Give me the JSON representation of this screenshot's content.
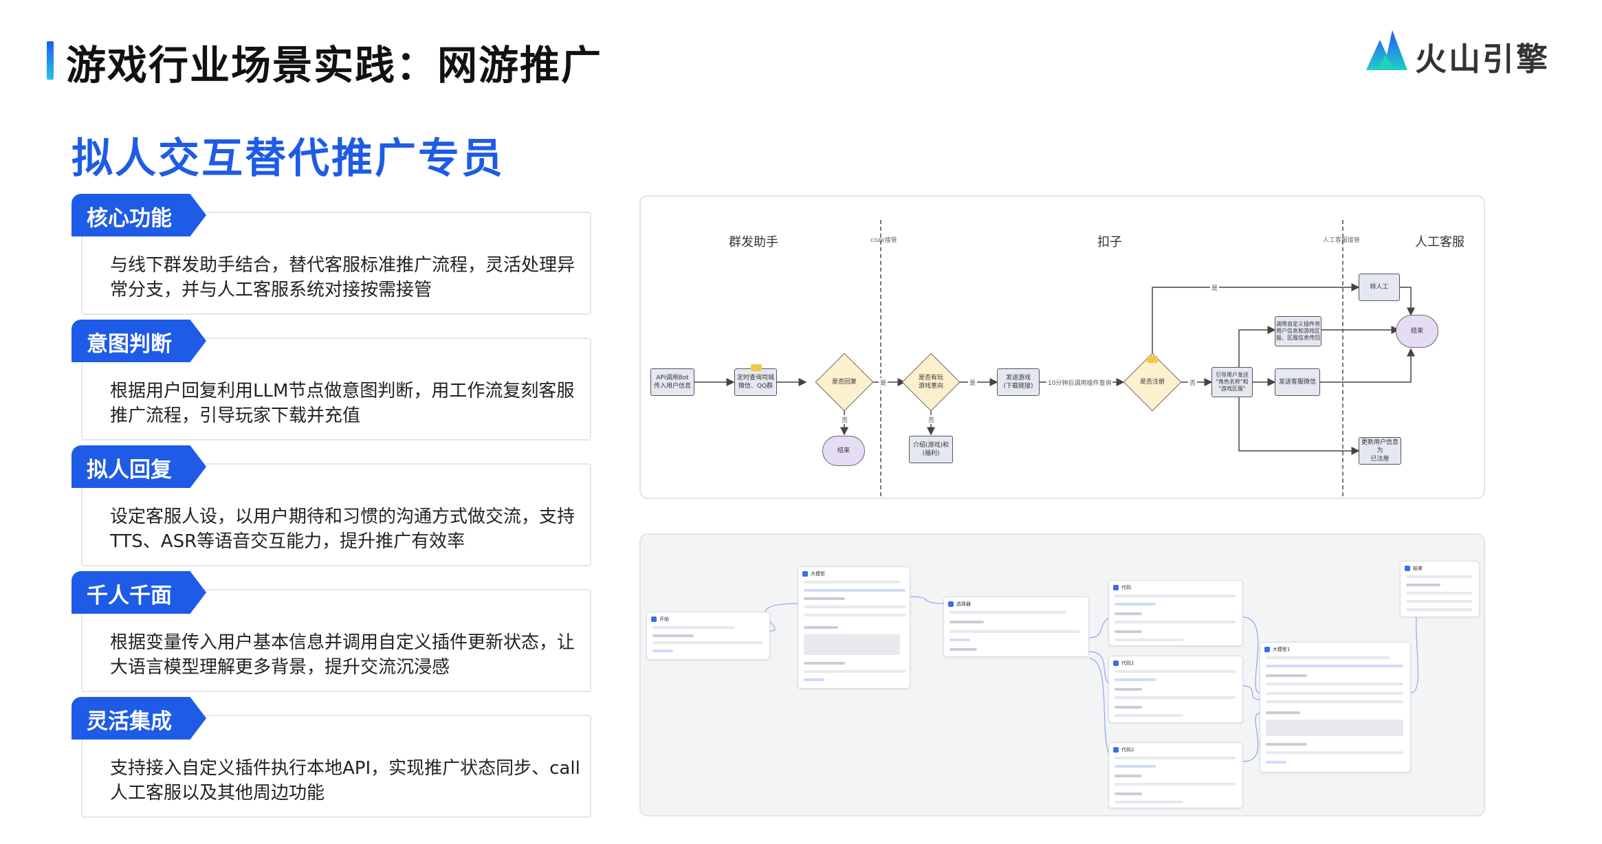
{
  "header": {
    "title": "游戏行业场景实践：网游推广",
    "logo_text": "火山引擎"
  },
  "section_heading": "拟人交互替代推广专员",
  "features": [
    {
      "tag": "核心功能",
      "text": "与线下群发助手结合，替代客服标准推广流程，灵活处理异常分支，并与人工客服系统对接按需接管"
    },
    {
      "tag": "意图判断",
      "text": "根据用户回复利用LLM节点做意图判断，用工作流复刻客服推广流程，引导玩家下载并充值"
    },
    {
      "tag": "拟人回复",
      "text": "设定客服人设，以用户期待和习惯的沟通方式做交流，支持TTS、ASR等语音交互能力，提升推广有效率"
    },
    {
      "tag": "千人千面",
      "text": "根据变量传入用户基本信息并调用自定义插件更新状态，让大语言模型理解更多背景，提升交流沉浸感"
    },
    {
      "tag": "灵活集成",
      "text": "支持接入自定义插件执行本地API，实现推广状态同步、call人工客服以及其他周边功能"
    }
  ],
  "flowchart": {
    "lanes": [
      "群发助手",
      "扣子",
      "人工客服"
    ],
    "dividers": [
      "coze接管",
      "人工客服接管"
    ],
    "nodes": {
      "api": "API调用Bot\n传入用户信息",
      "bulk": "定时查询司城\n微信、QQ群",
      "reply_check": "是否回复",
      "end1": "结束",
      "intent": "是否有玩\n游戏意向",
      "intro": "介绍(游戏)和\n(福利)",
      "send_game": "发送游戏\n(下载链接)",
      "register_check": "是否注册",
      "guide": "引导用户发送\n\"角色名称\"和\n\"游戏区服\"",
      "plugin": "调用自定义插件将\n用户信息和游戏区\n服、区服信息传回",
      "send_wechat": "发送客服微信",
      "transfer": "转人工",
      "end2": "结束",
      "update": "更新用户信息为\n已注册"
    },
    "edges": {
      "yes": "是",
      "no": "否",
      "timer": "10分钟后调用插件查询"
    }
  },
  "workflow_panel": {
    "cards": [
      "开始",
      "大模型",
      "选择器",
      "代码",
      "代码1",
      "代码2",
      "大模型1",
      "结束"
    ]
  }
}
